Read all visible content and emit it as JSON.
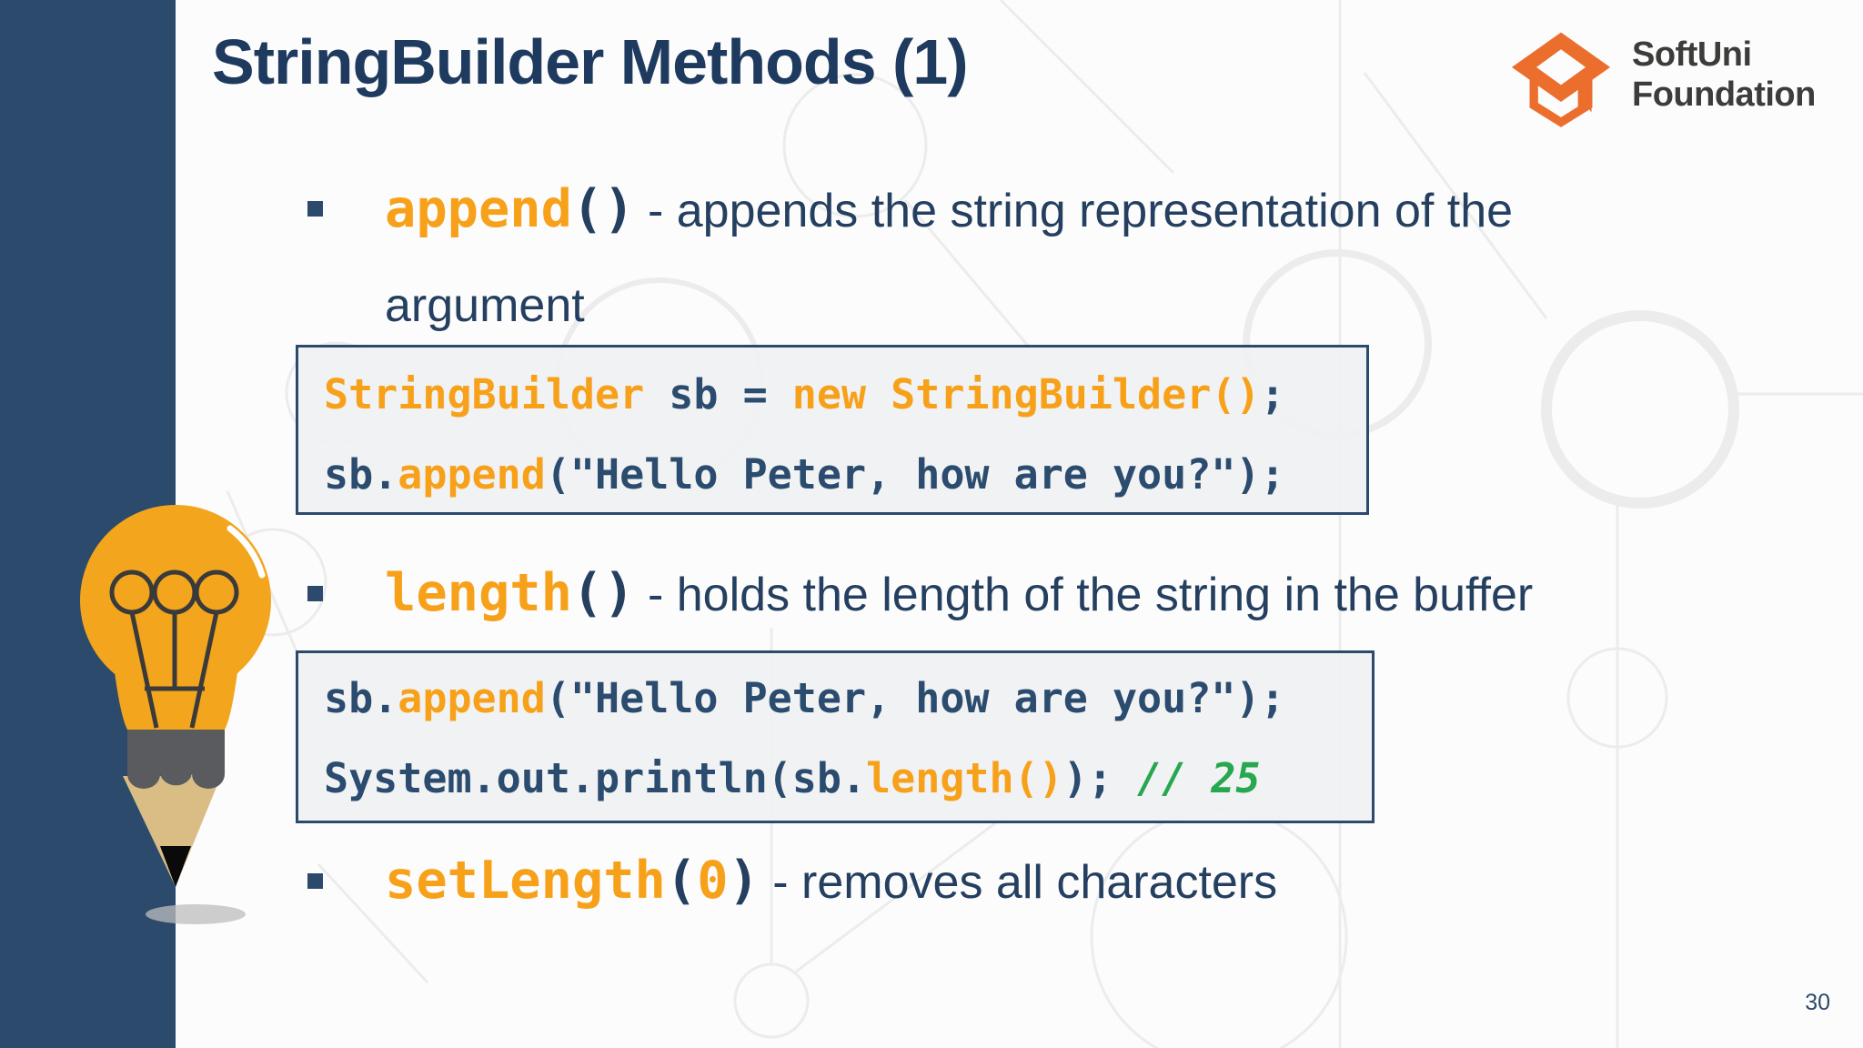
{
  "slide": {
    "title": "StringBuilder Methods (1)",
    "page_number": "30"
  },
  "logo": {
    "line1": "SoftUni",
    "line2": "Foundation"
  },
  "bullets": [
    {
      "tokens": [
        {
          "t": "append",
          "c": "term"
        },
        {
          "t": "()",
          "c": "termp"
        },
        {
          "t": " - appends the string representation of the argument",
          "c": "text"
        }
      ]
    },
    {
      "tokens": [
        {
          "t": "length",
          "c": "term"
        },
        {
          "t": "()",
          "c": "termp"
        },
        {
          "t": " - holds the length of the string in the buffer",
          "c": "text"
        }
      ]
    },
    {
      "tokens": [
        {
          "t": "setLength",
          "c": "term"
        },
        {
          "t": "(",
          "c": "termp"
        },
        {
          "t": "0",
          "c": "term"
        },
        {
          "t": ")",
          "c": "termp"
        },
        {
          "t": " - removes all characters",
          "c": "text"
        }
      ]
    }
  ],
  "code_blocks": [
    {
      "lines": [
        [
          {
            "t": "StringBuilder",
            "c": "kw"
          },
          {
            "t": " sb = ",
            "c": "c"
          },
          {
            "t": "new StringBuilder()",
            "c": "kw"
          },
          {
            "t": ";",
            "c": "c"
          }
        ],
        [
          {
            "t": "sb.",
            "c": "c"
          },
          {
            "t": "append",
            "c": "kw"
          },
          {
            "t": "(\"Hello Peter, how are you?\");",
            "c": "c"
          }
        ]
      ]
    },
    {
      "lines": [
        [
          {
            "t": "sb.",
            "c": "c"
          },
          {
            "t": "append",
            "c": "kw"
          },
          {
            "t": "(\"Hello Peter, how are you?\");",
            "c": "c"
          }
        ],
        [
          {
            "t": "System.out.println(sb.",
            "c": "c"
          },
          {
            "t": "length()",
            "c": "kw"
          },
          {
            "t": "); ",
            "c": "c"
          },
          {
            "t": "// 25",
            "c": "comment"
          }
        ]
      ]
    }
  ],
  "colors": {
    "bg": "#FCFCFC",
    "bar": "#2B4A6C",
    "bullet": "#2B4A6C",
    "title-navy": "#1E3A5F",
    "body-navy": "#243F5F",
    "code-navy": "#2B4C6F",
    "orange": "#F7A11A",
    "green": "#27A750",
    "logo-orange": "#EB6E2D",
    "logo-text": "#3C3C3B",
    "codebox-bg": "rgba(240,241,242,0.93)",
    "codebox-border": "#2B4A6C",
    "pattern": "#ECECEC",
    "bulb-orange": "#F2A51D",
    "ferrule-gray": "#5A5B5E",
    "wood-tan": "#D9BD85",
    "graphite": "#0A0A0A",
    "filament": "#3A3A3A"
  }
}
